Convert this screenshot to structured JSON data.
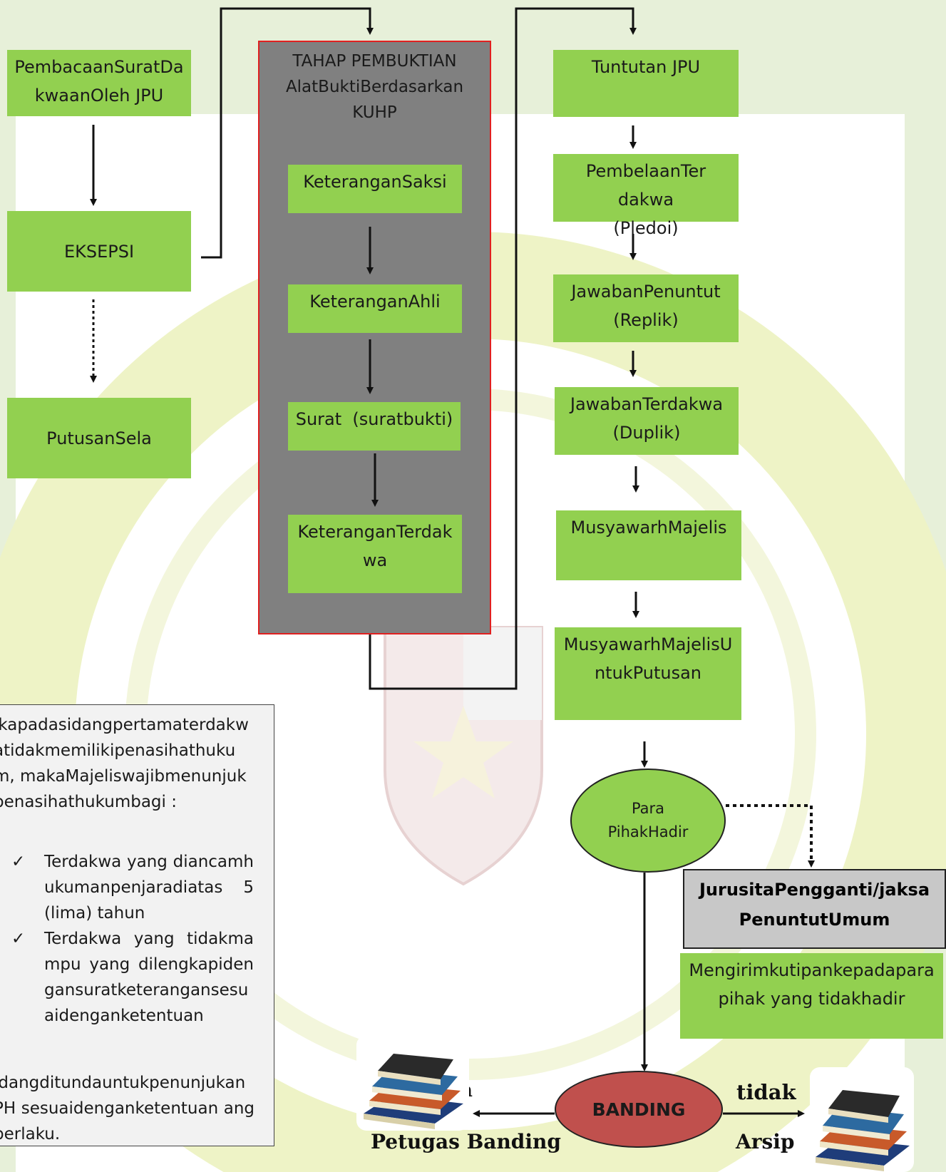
{
  "left_column": {
    "reading": "PembacaanSuratDakwaanOleh JPU",
    "eksepsi": "EKSEPSI",
    "putusan_sela": "PutusanSela"
  },
  "evidence_stage": {
    "title_line1": "TAHAP  PEMBUKTIAN",
    "title_line2": "AlatBuktiBerdasarkan",
    "title_line3": "KUHP",
    "steps": [
      "KeteranganSaksi",
      "KeteranganAhli",
      "Surat  (suratbukti)",
      "KeteranganTerdakwa"
    ]
  },
  "right_column": {
    "steps": [
      "Tuntutan JPU",
      "PembelaanTerdakwa (Pledoi)",
      "JawabanPenuntut (Replik)",
      "JawabanTerdakwa (Duplik)",
      "MusyawarhMajelis",
      "MusyawarhMajelisUntukPutusan"
    ]
  },
  "parties_node": "Para PihakHadir",
  "bailiff_box": "JurusitaPengganti/jaksaPenuntutUmum",
  "send_box": "Mengirimkutipankepadapara pihak yang tidakhadir",
  "appeal_node": "BANDING",
  "yes_label": "n",
  "no_label": "tidak",
  "appeal_officer_label": "Petugas Banding",
  "archive_label": "Arsip",
  "note": {
    "intro": "ikapadasidangpertamaterdakwatidakmemilikipenasihathukum, makaMajeliswajibmenunjukpenasihathukumbagi :",
    "items": [
      "Terdakwa yang diancamhukumanpenjaradiatas 5 (lima) tahun",
      "Terdakwa yang tidakmampu yang dilengkapidengansuratketerangansesuaidenganketentuan"
    ],
    "outro": "idangditundauntukpenunjukan PH sesuaidenganketentuan ang berlaku."
  },
  "colors": {
    "box_green": "#92d050",
    "stage_gray": "#808080",
    "stage_border": "#e02020",
    "appeal_red": "#c0504d",
    "parties_green": "#92d050"
  }
}
